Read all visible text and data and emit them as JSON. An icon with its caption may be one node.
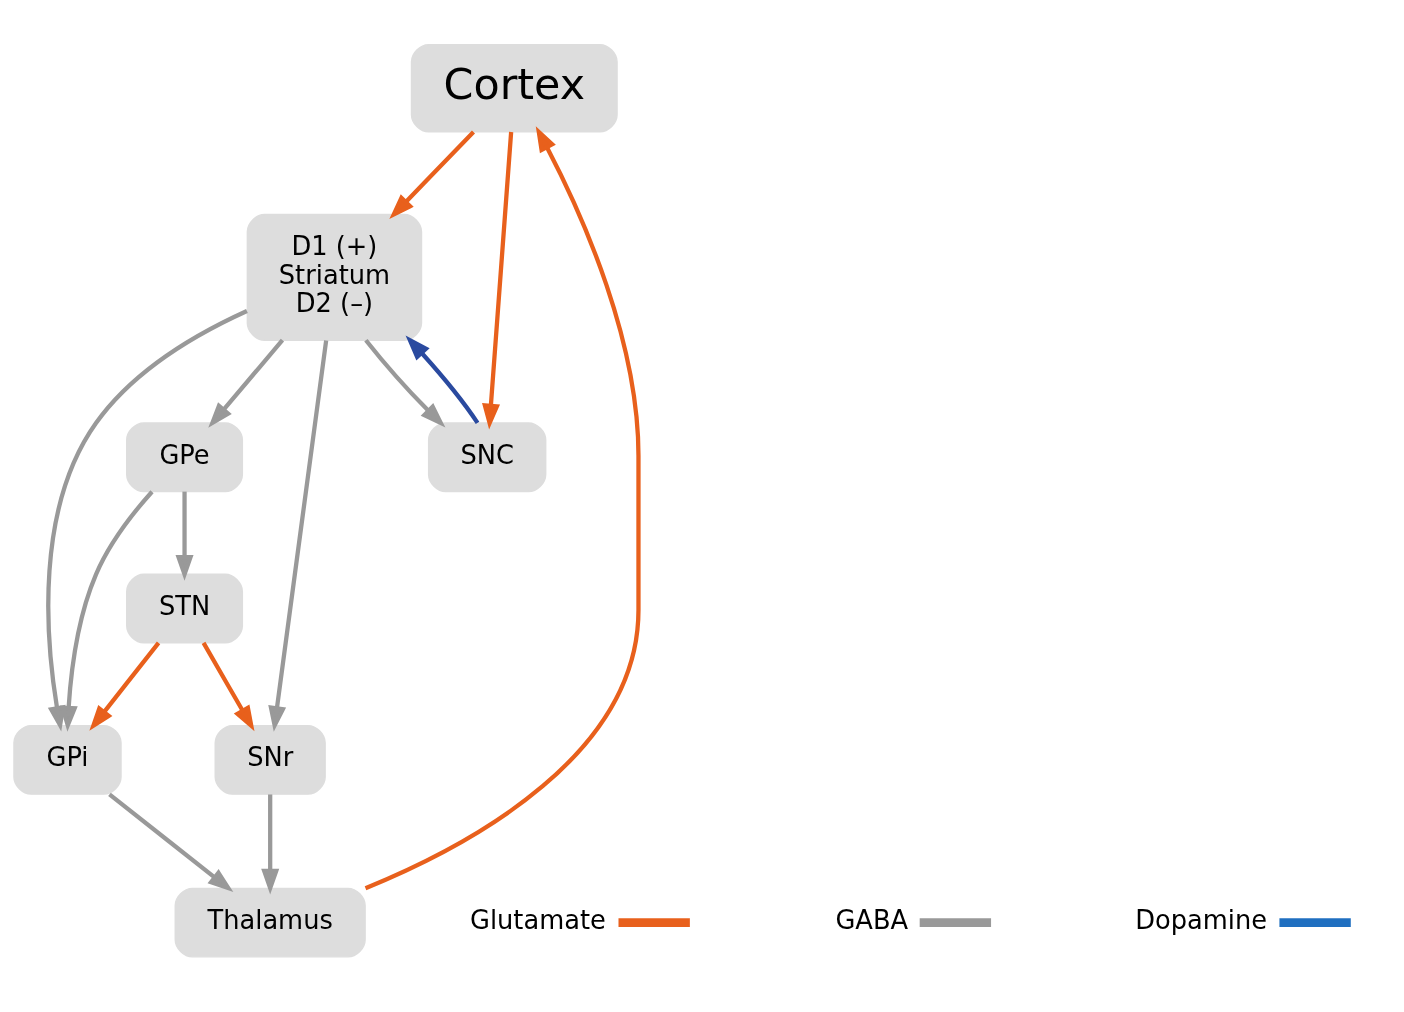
{
  "diagram": {
    "nodes": [
      {
        "text": [
          "Cortex"
        ]
      },
      {
        "text": [
          "D1 (+)",
          "Striatum",
          "D2 (–)"
        ]
      },
      {
        "text": [
          "SNr"
        ]
      },
      {
        "text": [
          "GPi"
        ]
      },
      {
        "text": [
          "Thalamus"
        ]
      },
      {
        "text": [
          "GPe"
        ]
      },
      {
        "text": [
          "SNC"
        ]
      },
      {
        "text": [
          "STN"
        ]
      }
    ],
    "edges": [
      {
        "from": 0,
        "to": 1,
        "arrow": "to",
        "color": "#e8601c"
      },
      {
        "from": 0,
        "to": 6,
        "arrow": "to",
        "color": "#e8601c"
      },
      {
        "from": 4,
        "to": 0,
        "arrow": "to",
        "color": "#e8601c"
      },
      {
        "from": 1,
        "to": 2,
        "arrow": "to"
      },
      {
        "from": 1,
        "to": 3,
        "arrow": "to"
      },
      {
        "from": 1,
        "to": 5,
        "arrow": "to"
      },
      {
        "from": 1,
        "to": 6,
        "arrow": "to"
      },
      {
        "from": 6,
        "to": 1,
        "arrow": "to",
        "color": "#2a4a9f"
      },
      {
        "from": 5,
        "to": 3,
        "arrow": "to"
      },
      {
        "from": 5,
        "to": 7,
        "arrow": "to"
      },
      {
        "from": 2,
        "to": 4,
        "arrow": "to"
      },
      {
        "from": 3,
        "to": 4,
        "arrow": "to"
      },
      {
        "from": 7,
        "to": 3,
        "arrow": "to",
        "color": "#e8601c"
      },
      {
        "from": 7,
        "to": 2,
        "arrow": "to",
        "color": "#e8601c"
      }
    ],
    "legend": [
      {
        "text": "Glutamate"
      },
      {
        "text": "GABA"
      },
      {
        "text": "Dopamine"
      }
    ]
  }
}
